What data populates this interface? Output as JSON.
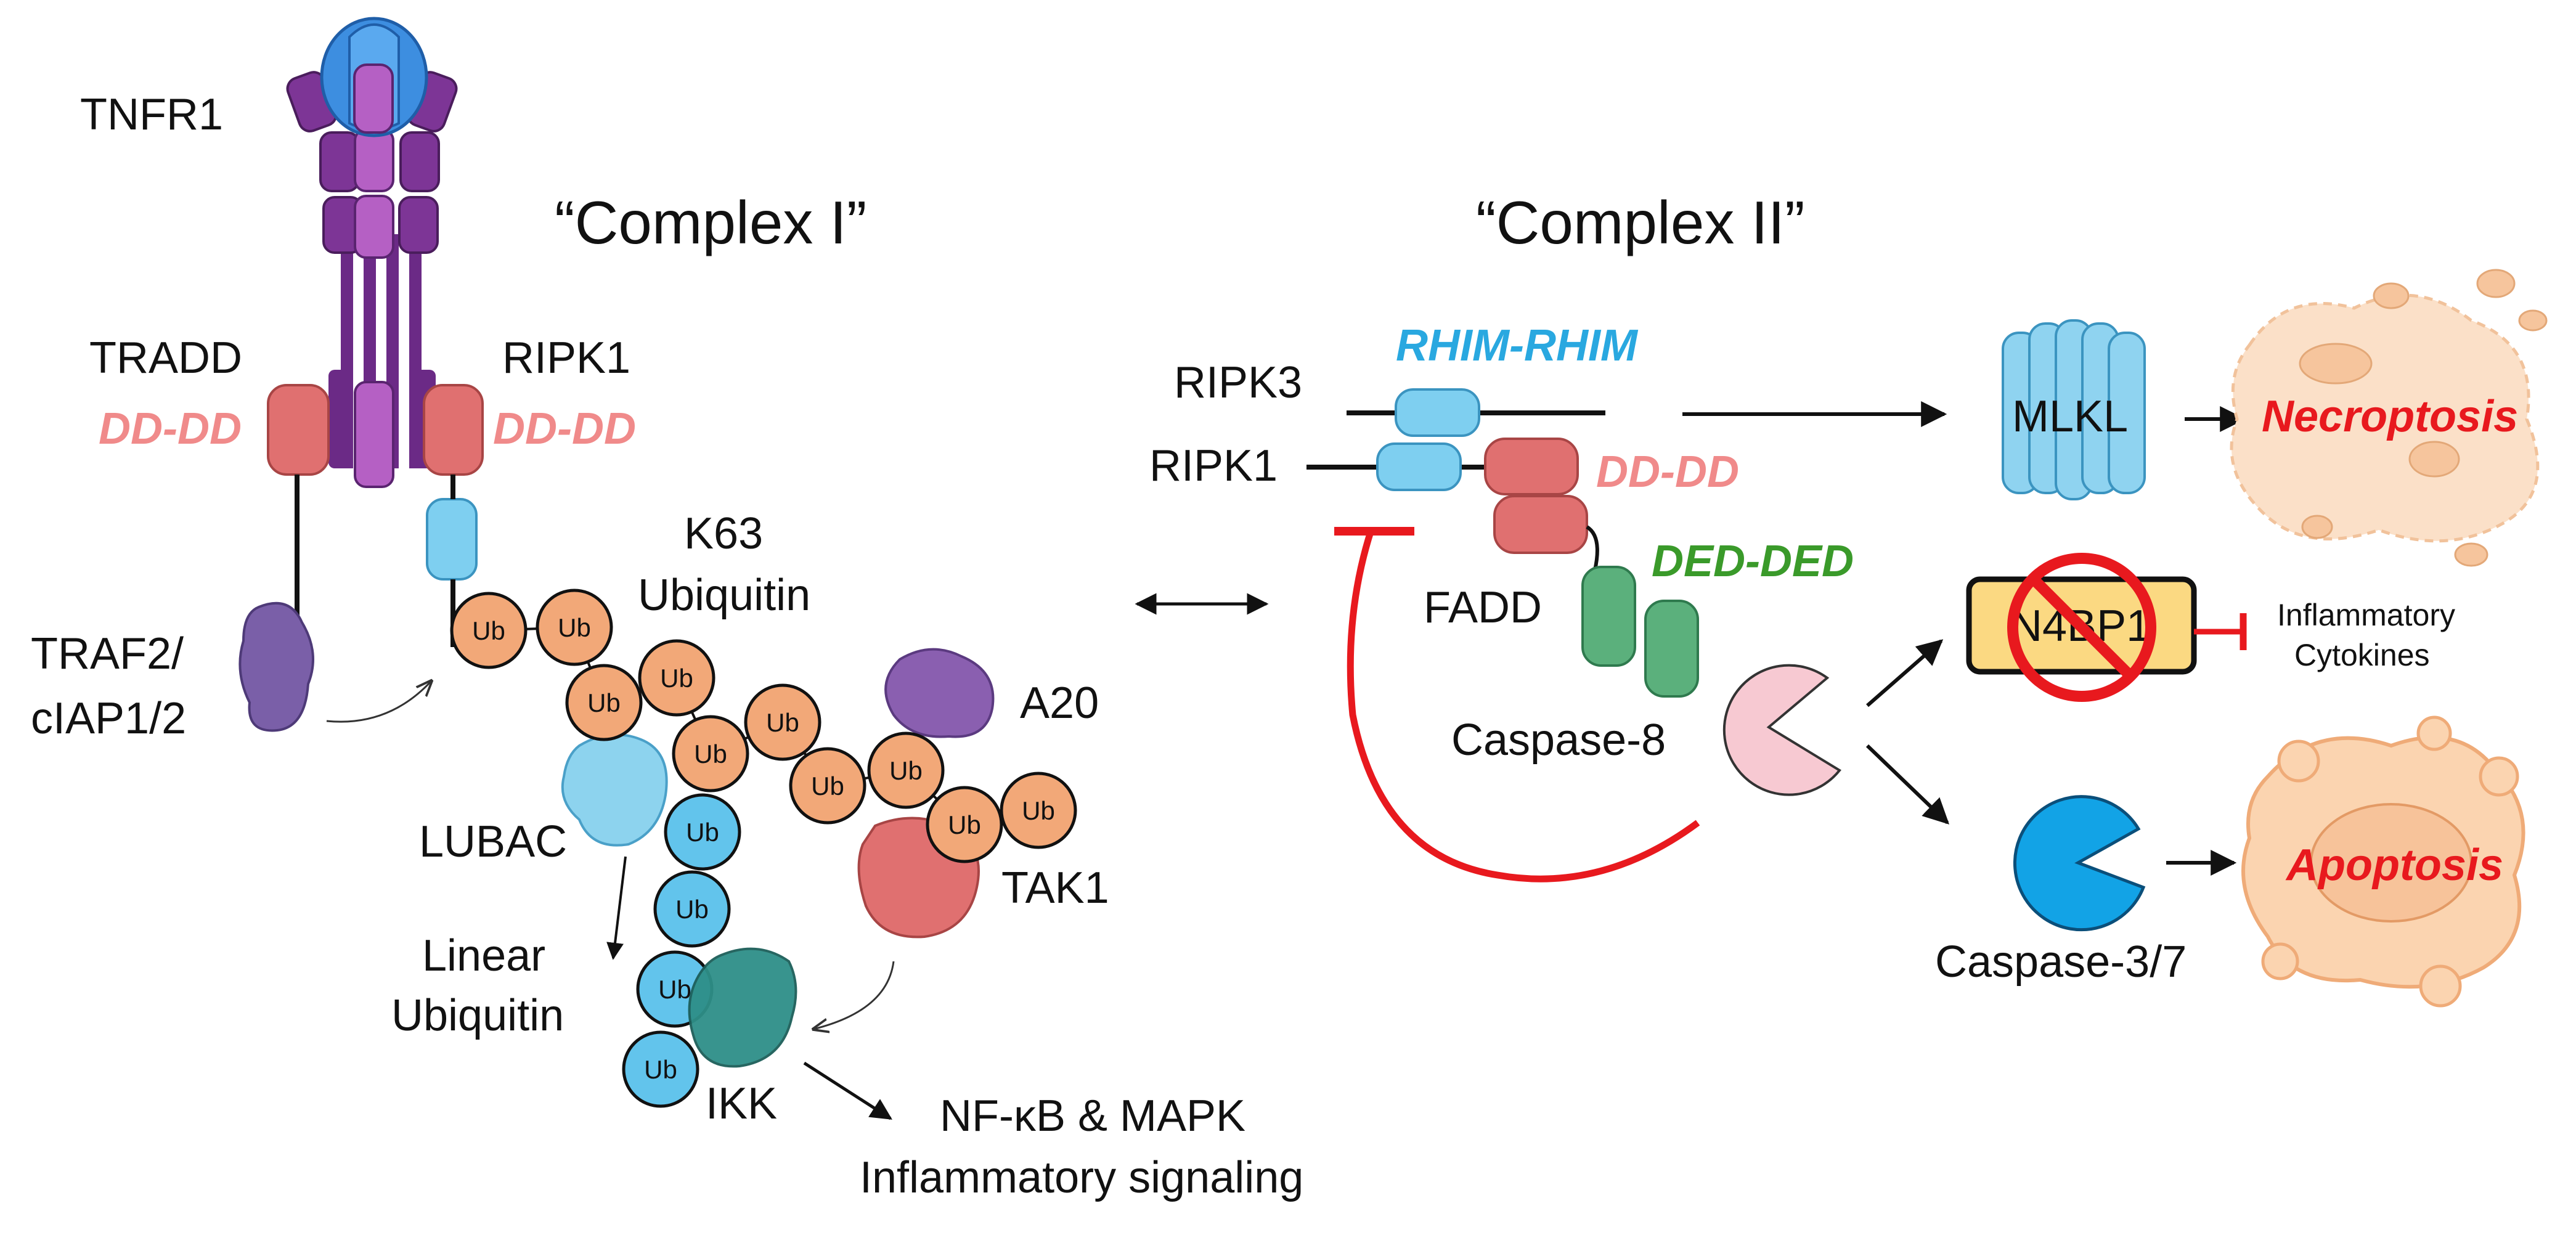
{
  "complex_i": {
    "title": "“Complex I”",
    "tnfr1": "TNFR1",
    "tradd": "TRADD",
    "tradd_dd": "DD-DD",
    "ripk1": "RIPK1",
    "ripk1_dd": "DD-DD",
    "traf2_line1": "TRAF2/",
    "traf2_line2": "cIAP1/2",
    "k63_line1": "K63",
    "k63_line2": "Ubiquitin",
    "a20": "A20",
    "lubac": "LUBAC",
    "linear_line1": "Linear",
    "linear_line2": "Ubiquitin",
    "tak1": "TAK1",
    "ikk": "IKK",
    "output_line1": "NF-κB & MAPK",
    "output_line2": "Inflammatory signaling",
    "ub": "Ub"
  },
  "complex_ii": {
    "title": "“Complex II”",
    "rhim": "RHIM-RHIM",
    "ripk3": "RIPK3",
    "ripk1": "RIPK1",
    "dd": "DD-DD",
    "fadd": "FADD",
    "ded": "DED-DED",
    "casp8": "Caspase-8",
    "mlkl": "MLKL",
    "necroptosis": "Necroptosis",
    "n4bp1": "N4BP1",
    "cyto_line1": "Inflammatory",
    "cyto_line2": "Cytokines",
    "casp37": "Caspase-3/7",
    "apoptosis": "Apoptosis"
  },
  "colors": {
    "dd_pink": "#f08a8a",
    "rhim_blue": "#29a8e0",
    "ded_green": "#3a9a2a",
    "death_red": "#e8191e",
    "ub_orange": "#f2a878",
    "ub_blue": "#62c4ec",
    "casp37_blue": "#12a3e6"
  }
}
